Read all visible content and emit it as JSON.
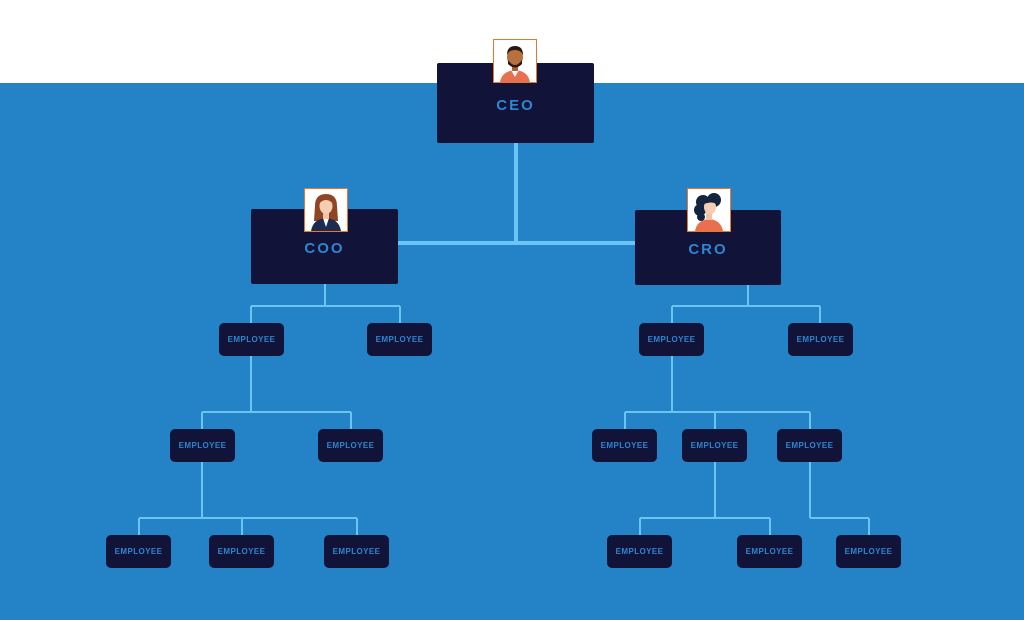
{
  "colors": {
    "background": "#2482c6",
    "top_strip": "#ffffff",
    "node_fill": "#111339",
    "node_text": "#2e86cf",
    "connector": "#6cc4f2",
    "avatar_border": "#e7772f"
  },
  "chart": {
    "ceo": {
      "label": "CEO",
      "avatar": "man-avatar-icon"
    },
    "coo": {
      "label": "COO",
      "avatar": "woman-suit-avatar-icon"
    },
    "cro": {
      "label": "CRO",
      "avatar": "woman-curly-hair-avatar-icon"
    },
    "employee_label": "EMPLOYEE"
  }
}
